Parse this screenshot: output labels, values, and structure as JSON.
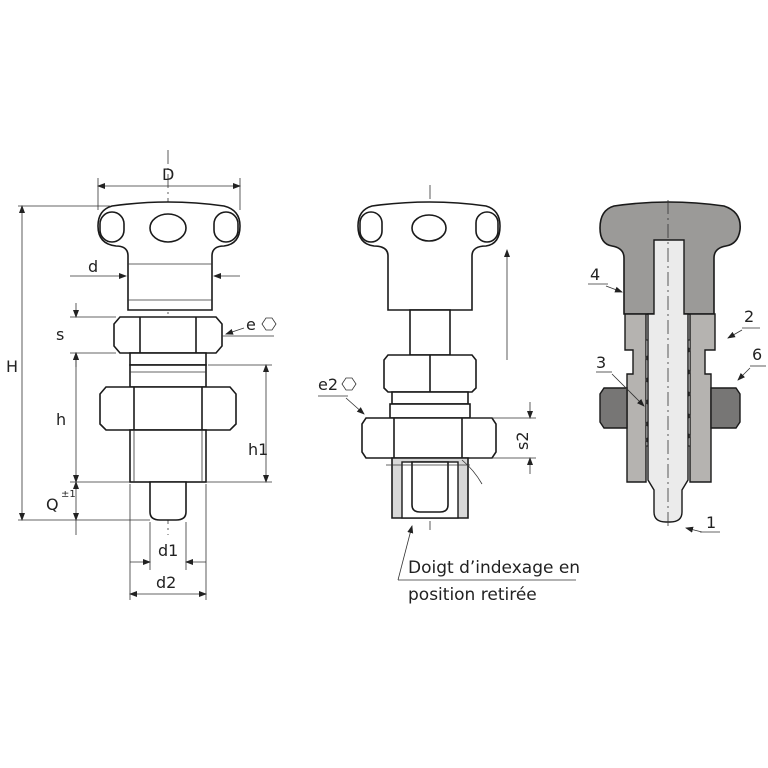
{
  "views": {
    "exterior": {
      "labels": {
        "D": "D",
        "d": "d",
        "e": "e",
        "s": "s",
        "H": "H",
        "h": "h",
        "h1": "h1",
        "Q": "Q",
        "Q_tol": "±1",
        "d1": "d1",
        "d2": "d2"
      }
    },
    "retracted": {
      "labels": {
        "e2": "e2",
        "s2": "s2"
      },
      "note_line1": "Doigt d’indexage en",
      "note_line2": "position retirée"
    },
    "section": {
      "parts": [
        "4",
        "2",
        "3",
        "6",
        "1"
      ]
    }
  },
  "colors": {
    "knob_section": "#9b9a98",
    "body_section": "#b5b3b0",
    "nut_section": "#777675",
    "pin_section": "#ebebeb",
    "spring_gap": "#f4f4f4"
  },
  "icons": {
    "hex": "hexagon-icon"
  }
}
